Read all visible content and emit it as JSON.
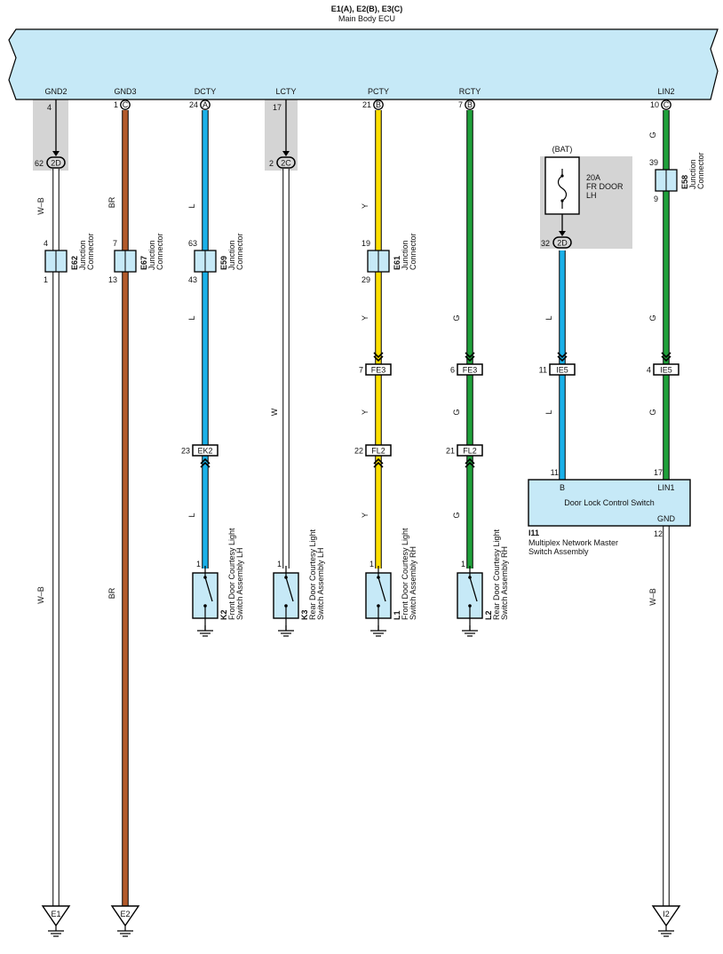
{
  "ecu": {
    "title": "E1(A), E2(B), E3(C)",
    "subtitle": "Main Body ECU"
  },
  "colors": {
    "ecu_fill": "#c6e9f7",
    "shade": "#d4d4d4",
    "wire_blue": "#1ab0e8",
    "wire_brown": "#b35a2b",
    "wire_yellow": "#ffe000",
    "wire_green": "#1fa03a",
    "wire_white": "#ffffff",
    "sw_fill": "#c6e9f7",
    "ground": "#000000"
  },
  "wires": [
    {
      "id": "gnd2",
      "pin": "GND2",
      "pin_no": "4",
      "pin_letter": "",
      "color": "#ffffff",
      "codes": [
        "W–B",
        "W–B"
      ]
    },
    {
      "id": "gnd3",
      "pin": "GND3",
      "pin_no": "1",
      "pin_letter": "C",
      "color": "#b35a2b",
      "codes": [
        "BR",
        "BR"
      ]
    },
    {
      "id": "dcty",
      "pin": "DCTY",
      "pin_no": "24",
      "pin_letter": "A",
      "color": "#1ab0e8",
      "codes": [
        "L",
        "L",
        "L"
      ]
    },
    {
      "id": "lcty",
      "pin": "LCTY",
      "pin_no": "17",
      "pin_letter": "",
      "color": "#ffffff",
      "codes": [
        "W"
      ]
    },
    {
      "id": "pcty",
      "pin": "PCTY",
      "pin_no": "21",
      "pin_letter": "B",
      "color": "#ffe000",
      "codes": [
        "Y",
        "Y",
        "Y",
        "Y"
      ]
    },
    {
      "id": "rcty",
      "pin": "RCTY",
      "pin_no": "7",
      "pin_letter": "B",
      "color": "#1fa03a",
      "codes": [
        "G",
        "G",
        "G"
      ]
    },
    {
      "id": "lin2",
      "pin": "LIN2",
      "pin_no": "10",
      "pin_letter": "C",
      "color": "#1fa03a",
      "codes": [
        "G",
        "G",
        "G",
        "W–B"
      ]
    }
  ],
  "junctions": {
    "j2d_gnd": {
      "pin": "62",
      "code": "2D"
    },
    "j2c": {
      "pin": "2",
      "code": "2C"
    },
    "j2d_bat": {
      "pin": "32",
      "code": "2D"
    }
  },
  "jcons": [
    {
      "id": "E62",
      "name": "Junction",
      "name2": "Connector",
      "pin_top": "4",
      "pin_bot": "1"
    },
    {
      "id": "E67",
      "name": "Junction",
      "name2": "Connector",
      "pin_top": "7",
      "pin_bot": "13"
    },
    {
      "id": "E59",
      "name": "Junction",
      "name2": "Connector",
      "pin_top": "63",
      "pin_bot": "43"
    },
    {
      "id": "E61",
      "name": "Junction",
      "name2": "Connector",
      "pin_top": "19",
      "pin_bot": "29"
    },
    {
      "id": "E58",
      "name": "Junction",
      "name2": "Connector",
      "pin_top": "39",
      "pin_bot": "9"
    }
  ],
  "connectors": [
    {
      "code": "FE3",
      "pin": "7"
    },
    {
      "code": "FE3",
      "pin": "6"
    },
    {
      "code": "IE5",
      "pin": "11"
    },
    {
      "code": "IE5",
      "pin": "4"
    },
    {
      "code": "EK2",
      "pin": "23"
    },
    {
      "code": "FL2",
      "pin": "22"
    },
    {
      "code": "FL2",
      "pin": "21"
    }
  ],
  "fuse": {
    "source": "(BAT)",
    "rating": "20A",
    "name1": "FR DOOR",
    "name2": "LH"
  },
  "switches": [
    {
      "id": "K2",
      "pin": "1",
      "line1": "Front Door Courtesy Light",
      "line2": "Switch Assembly LH"
    },
    {
      "id": "K3",
      "pin": "1",
      "line1": "Rear Door Courtesy Light",
      "line2": "Switch Assembly LH"
    },
    {
      "id": "L1",
      "pin": "1",
      "line1": "Front Door Courtesy Light",
      "line2": "Switch Assembly RH"
    },
    {
      "id": "L2",
      "pin": "1",
      "line1": "Rear Door Courtesy Light",
      "line2": "Switch Assembly RH"
    }
  ],
  "master": {
    "id": "I11",
    "line1": "Multiplex Network Master",
    "line2": "Switch Assembly",
    "label": "Door Lock Control Switch",
    "pin_b": "B",
    "pin_b_no": "11",
    "pin_lin": "LIN1",
    "pin_lin_no": "17",
    "pin_gnd": "GND",
    "pin_gnd_no": "12"
  },
  "grounds": [
    {
      "label": "E1"
    },
    {
      "label": "E2"
    },
    {
      "label": "I2"
    }
  ]
}
